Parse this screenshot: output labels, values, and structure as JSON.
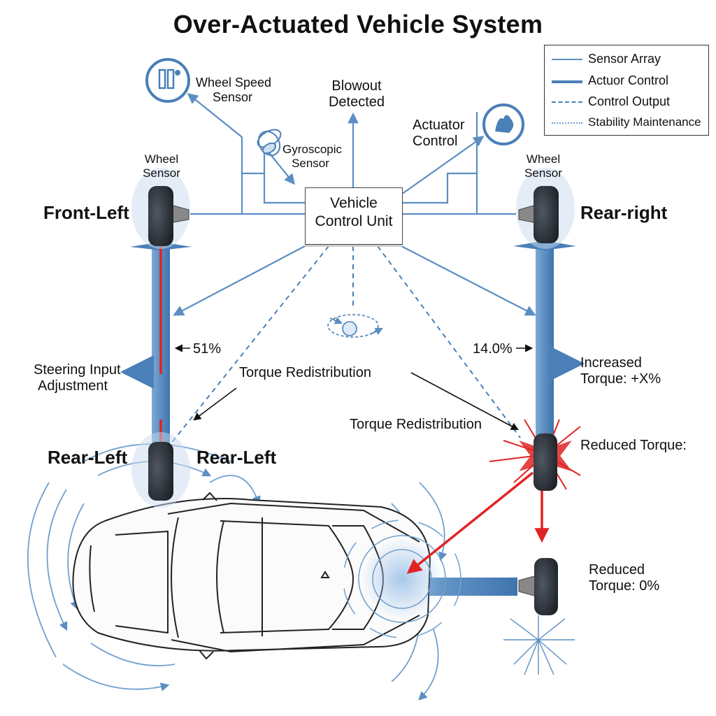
{
  "title": "Over-Actuated Vehicle System",
  "colors": {
    "accent_blue": "#5b8ec2",
    "wheel_blue": "#4a7fb8",
    "alert_red": "#e02424",
    "tire_dark": "#2b2f36"
  },
  "legend": [
    {
      "label": "Sensor Array",
      "style": "solid-thin",
      "color": "#5b8ec2"
    },
    {
      "label": "Actuor Control",
      "style": "solid-thick",
      "color": "#4a7fb8"
    },
    {
      "label": "Control Output",
      "style": "dashed",
      "color": "#4a7fb8"
    },
    {
      "label": "Stability Maintenance",
      "style": "dotted",
      "color": "#6fa0cf"
    }
  ],
  "control_unit": {
    "line1": "Vehicle",
    "line2": "Control Unit"
  },
  "sensors": {
    "wheel_speed": {
      "line1": "Wheel Speed",
      "line2": "Sensor"
    },
    "blowout": {
      "line1": "Blowout",
      "line2": "Detected"
    },
    "gyroscopic": {
      "line1": "Gyroscopic",
      "line2": "Sensor"
    },
    "actuator": {
      "line1": "Actuator",
      "line2": "Control"
    },
    "wheel_sensor_left": {
      "line1": "Wheel",
      "line2": "Sensor"
    },
    "wheel_sensor_right": {
      "line1": "Wheel",
      "line2": "Sensor"
    }
  },
  "wheels": {
    "front_left": "Front-Left",
    "rear_right": "Rear-right",
    "rear_left_a": "Rear-Left",
    "rear_left_b": "Rear-Left"
  },
  "annotations": {
    "left_pct": "51%",
    "right_pct": "14.0%",
    "steering": {
      "line1": "Steering Input",
      "line2": "Adjustment"
    },
    "torque_redistribution_1": "Torque Redistribution",
    "torque_redistribution_2": "Torque Redistribution",
    "increased_torque": {
      "line1": "Increased",
      "line2": "Torque: +X%"
    },
    "reduced_torque": "Reduced Torque:",
    "reduced_torque_zero": {
      "line1": "Reduced",
      "line2": "Torque: 0%"
    }
  },
  "icons": [
    "wheel-speed-sensor-icon",
    "actuator-control-icon",
    "gyroscope-icon",
    "stability-icon",
    "tire-icon",
    "burst-icon"
  ]
}
